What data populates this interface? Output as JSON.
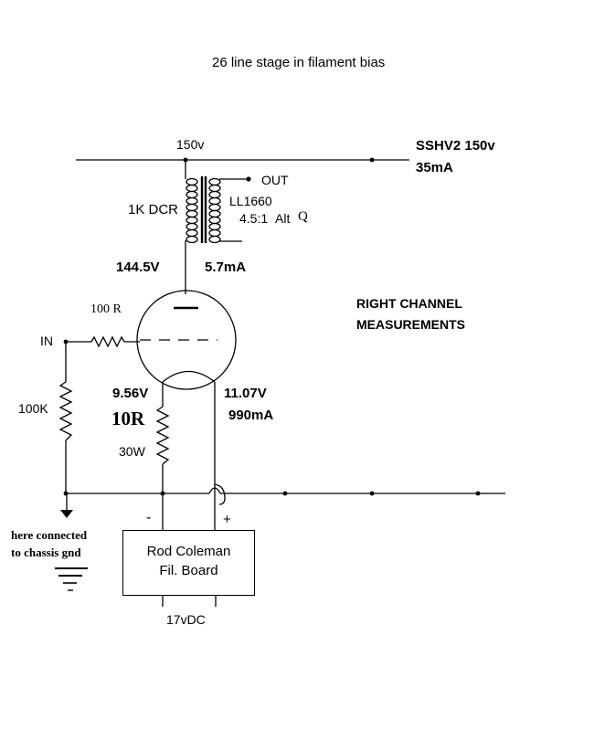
{
  "title": "26 line stage in filament bias",
  "supply": {
    "rail_label": "150v",
    "name": "SSHV2 150v",
    "current": "35mA"
  },
  "transformer": {
    "out_label": "OUT",
    "dcr": "1K DCR",
    "model": "LL1660",
    "ratio": "4.5:1",
    "alt": "Alt",
    "q": "Q"
  },
  "plate": {
    "voltage": "144.5V",
    "current": "5.7mA"
  },
  "grid": {
    "stopper": "100 R",
    "input": "IN",
    "leak": "100K"
  },
  "filament": {
    "neg_voltage": "9.56V",
    "pos_voltage": "11.07V",
    "resistor": "10R",
    "resistor_power": "30W",
    "current": "990mA",
    "minus": "-",
    "plus": "+"
  },
  "measurements_note": [
    "RIGHT CHANNEL",
    "MEASUREMENTS"
  ],
  "ground_note": [
    "here connected",
    "to chassis gnd"
  ],
  "board": {
    "line1": "Rod Coleman",
    "line2": "Fil. Board",
    "supply": "17vDC"
  },
  "colors": {
    "ink": "#000000",
    "background": "#ffffff"
  }
}
